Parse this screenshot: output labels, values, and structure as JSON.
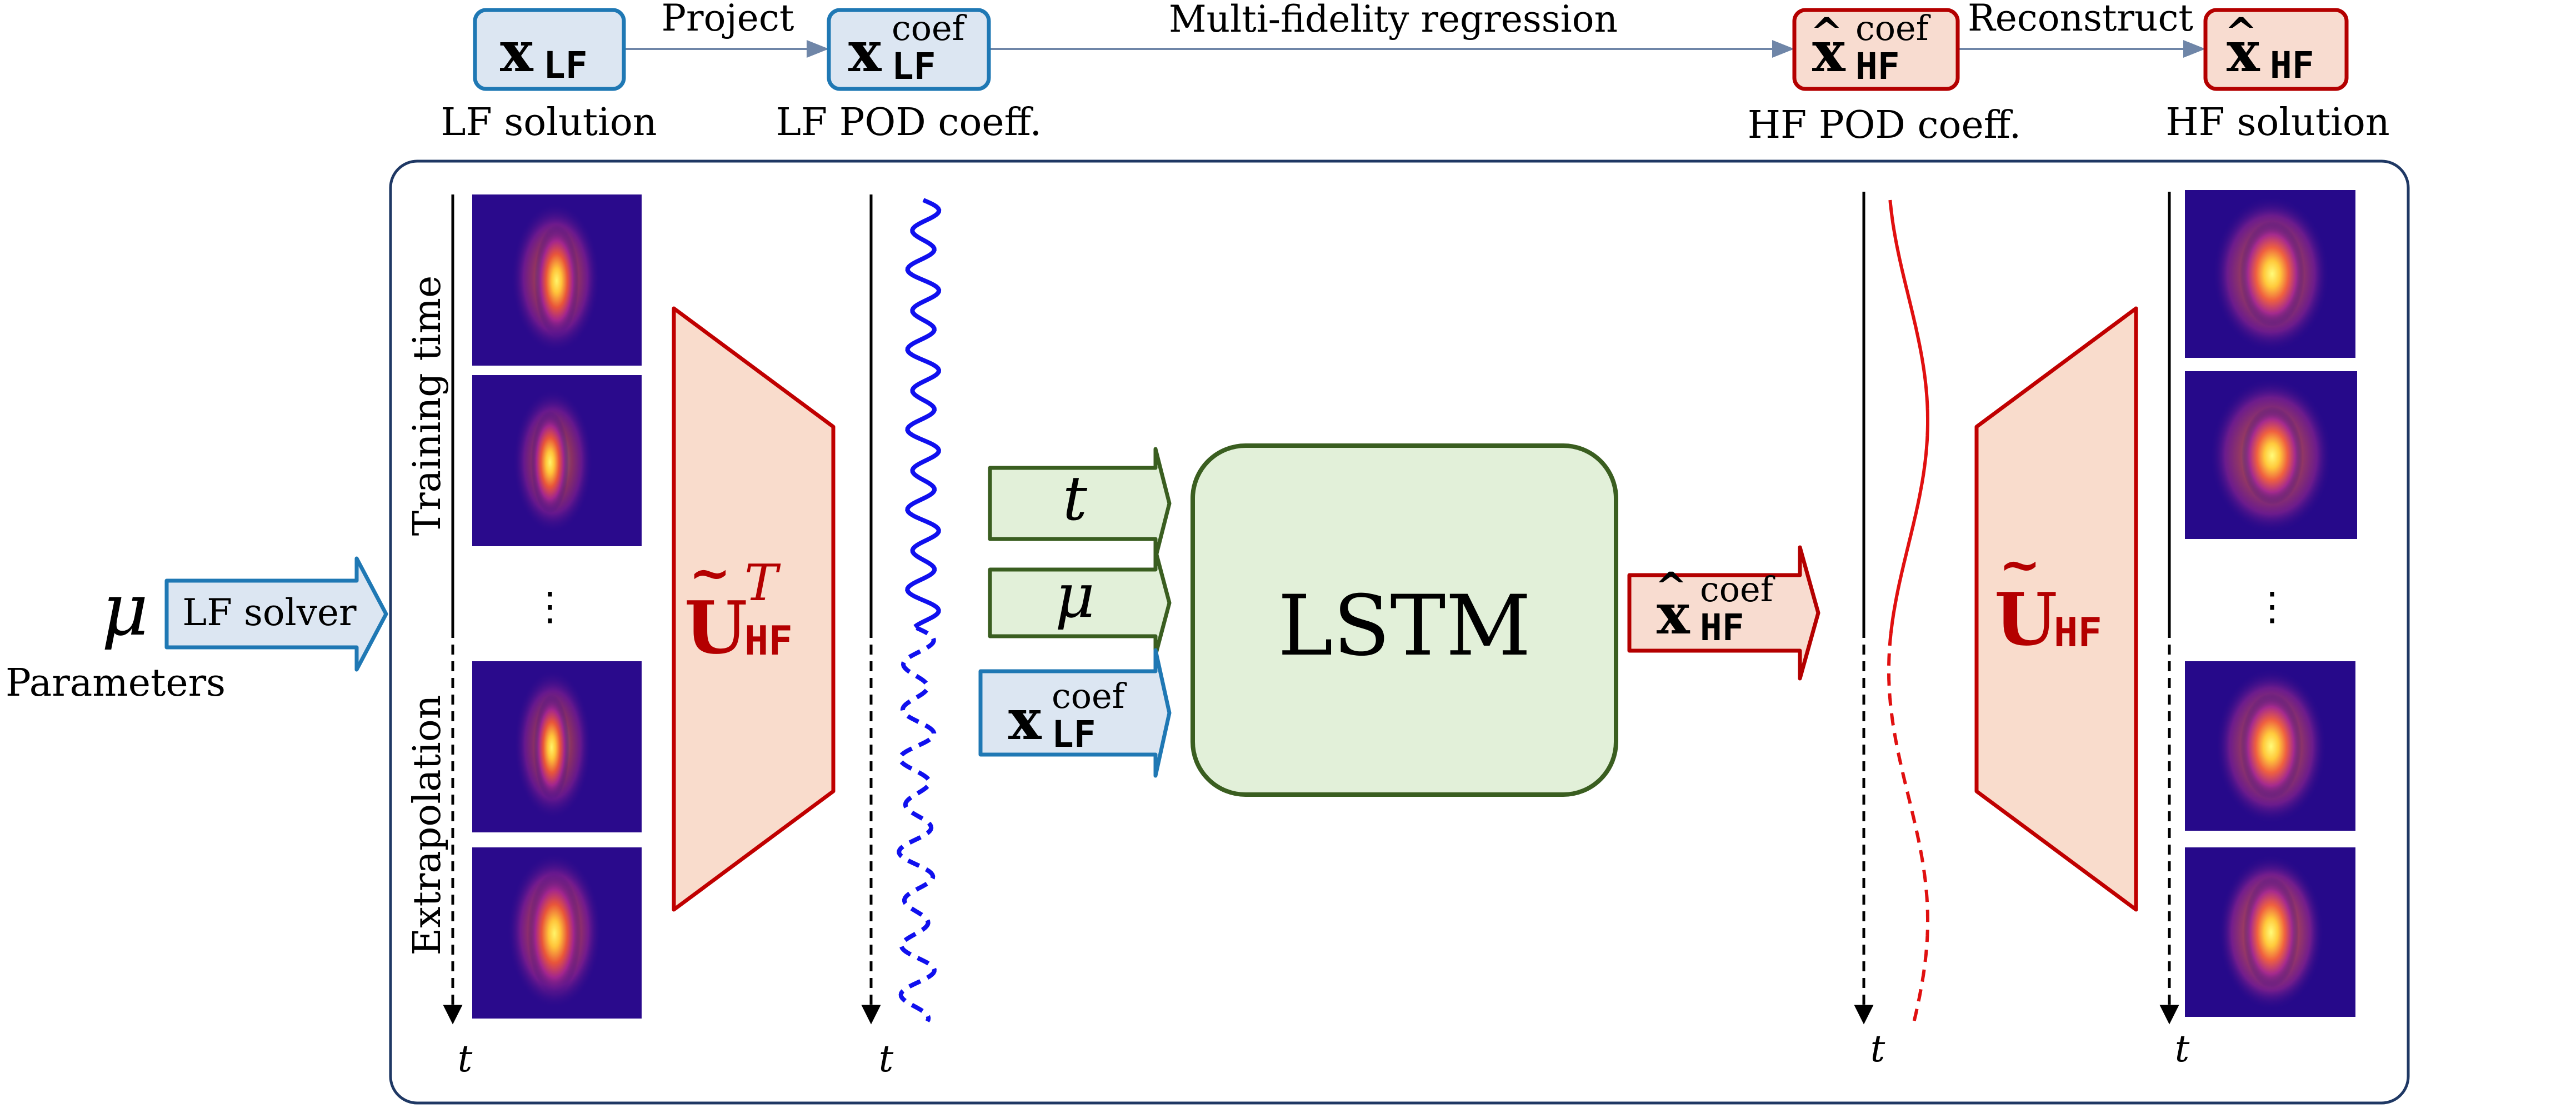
{
  "colors": {
    "lf_blue": "#1f78b4",
    "lf_fill": "#dce6f2",
    "hf_red": "#b40000",
    "hf_fill": "#f8dcd0",
    "lstm_green": "#3a5e20",
    "lstm_fill": "#e2f0d9",
    "input_fill": "#e2f0d9",
    "frame": "#1f3864",
    "arrow_line": "#6f86a8",
    "lf_curve": "#1010ee",
    "hf_curve": "#e01010",
    "trapezoid_edge": "#c00000",
    "trapezoid_fill": "#f9dccc",
    "heatmap_bg": "#2a0a8c"
  },
  "top_flow": {
    "nodes": [
      {
        "id": "x_lf",
        "symbol": "x",
        "sub": "LF",
        "sup": "",
        "hat": false,
        "caption": "LF solution"
      },
      {
        "id": "x_lf_coef",
        "symbol": "x",
        "sub": "LF",
        "sup": "coef",
        "hat": false,
        "caption": "LF POD coeff."
      },
      {
        "id": "x_hf_coef",
        "symbol": "x",
        "sub": "HF",
        "sup": "coef",
        "hat": true,
        "caption": "HF POD coeff."
      },
      {
        "id": "x_hf",
        "symbol": "x",
        "sub": "HF",
        "sup": "",
        "hat": true,
        "caption": "HF solution"
      }
    ],
    "edges": [
      {
        "from": "x_lf",
        "to": "x_lf_coef",
        "label": "Project"
      },
      {
        "from": "x_lf_coef",
        "to": "x_hf_coef",
        "label": "Multi-fidelity regression"
      },
      {
        "from": "x_hf_coef",
        "to": "x_hf",
        "label": "Reconstruct"
      }
    ]
  },
  "input": {
    "mu_symbol": "μ",
    "solver_label": "LF solver",
    "caption": "Parameters"
  },
  "lf_timeline": {
    "training_label": "Training time",
    "extrapolation_label": "Extrapolation",
    "ellipsis": "⋮",
    "axis_symbol": "t"
  },
  "projection": {
    "symbol": "U",
    "tilde": true,
    "sub": "HF",
    "sup": "T"
  },
  "lf_coef_axis_symbol": "t",
  "lstm": {
    "label": "LSTM",
    "inputs": [
      {
        "symbol": "t",
        "kind": "italic"
      },
      {
        "symbol": "μ",
        "kind": "italic"
      },
      {
        "symbol": "x",
        "sub": "LF",
        "sup": "coef",
        "kind": "vector"
      }
    ],
    "output": {
      "symbol": "x",
      "sub": "HF",
      "sup": "coef",
      "hat": true
    }
  },
  "hf_coef_axis_symbol": "t",
  "reconstruction": {
    "symbol": "U",
    "tilde": true,
    "sub": "HF",
    "sup": ""
  },
  "hf_timeline": {
    "ellipsis": "⋮",
    "axis_symbol": "t"
  }
}
